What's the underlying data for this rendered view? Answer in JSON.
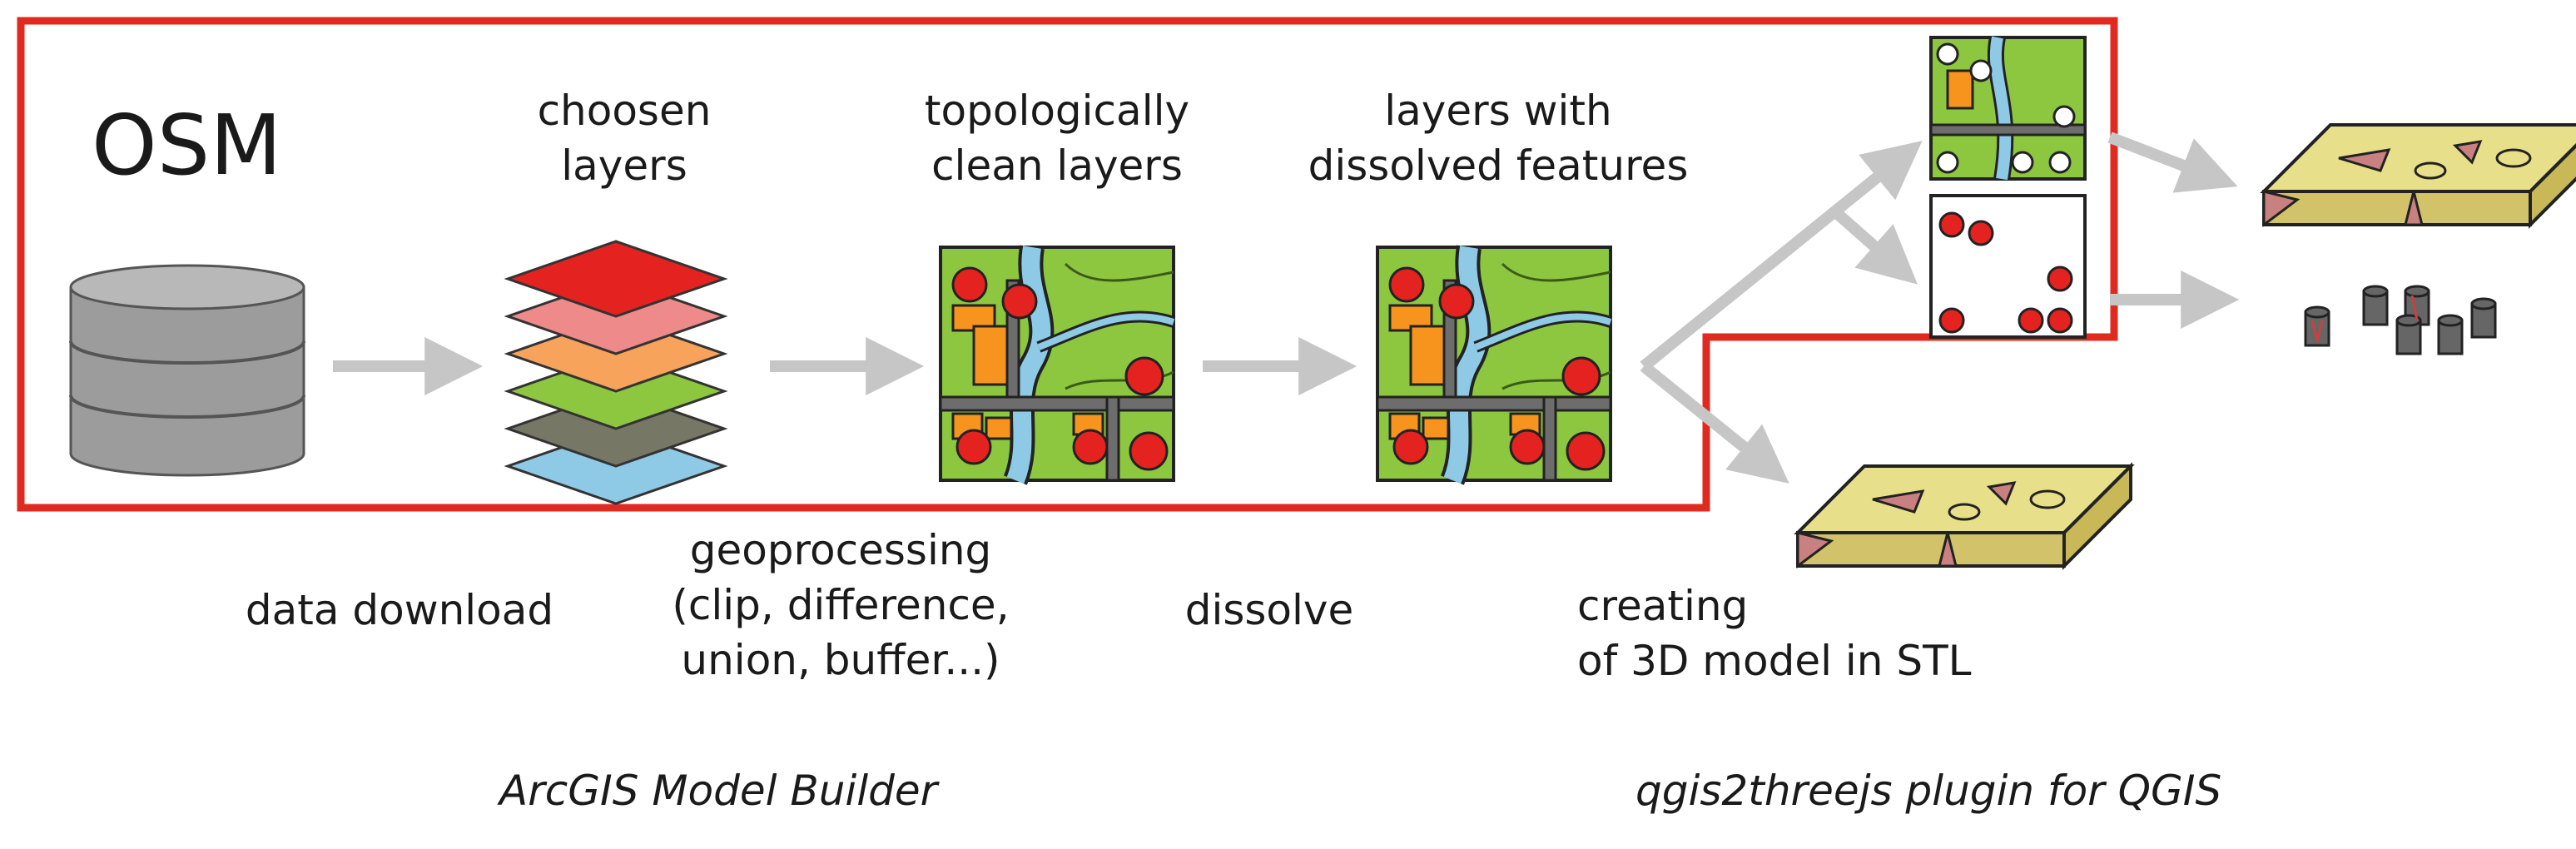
{
  "title": "OSM",
  "stages": {
    "chosen_layers": "choosen\nlayers",
    "clean_layers": "topologically\nclean layers",
    "dissolved_layers": "layers with\ndissolved features"
  },
  "steps": {
    "download": "data download",
    "geoprocessing": "geoprocessing\n(clip, difference,\nunion, buffer...)",
    "dissolve": "dissolve",
    "creating": "creating\nof 3D model in STL"
  },
  "tools": {
    "arcgis": "ArcGIS Model Builder",
    "qgis": "qgis2threejs plugin for QGIS"
  },
  "colors": {
    "frame": "#e02a1f",
    "arrow": "#c6c6c6",
    "map_green": "#8dc63f",
    "river": "#8ecae6",
    "road": "#6d6d6d",
    "building": "#f7941d",
    "poi_red": "#e42320",
    "model_top": "#e8df8a",
    "model_side": "#d2c26a",
    "model_cut": "#c98080",
    "database": "#a9a9a9"
  },
  "layer_stack_colors": [
    "#e42320",
    "#ef8a8a",
    "#f7a35c",
    "#8dc63f",
    "#777766",
    "#8ecae6"
  ]
}
